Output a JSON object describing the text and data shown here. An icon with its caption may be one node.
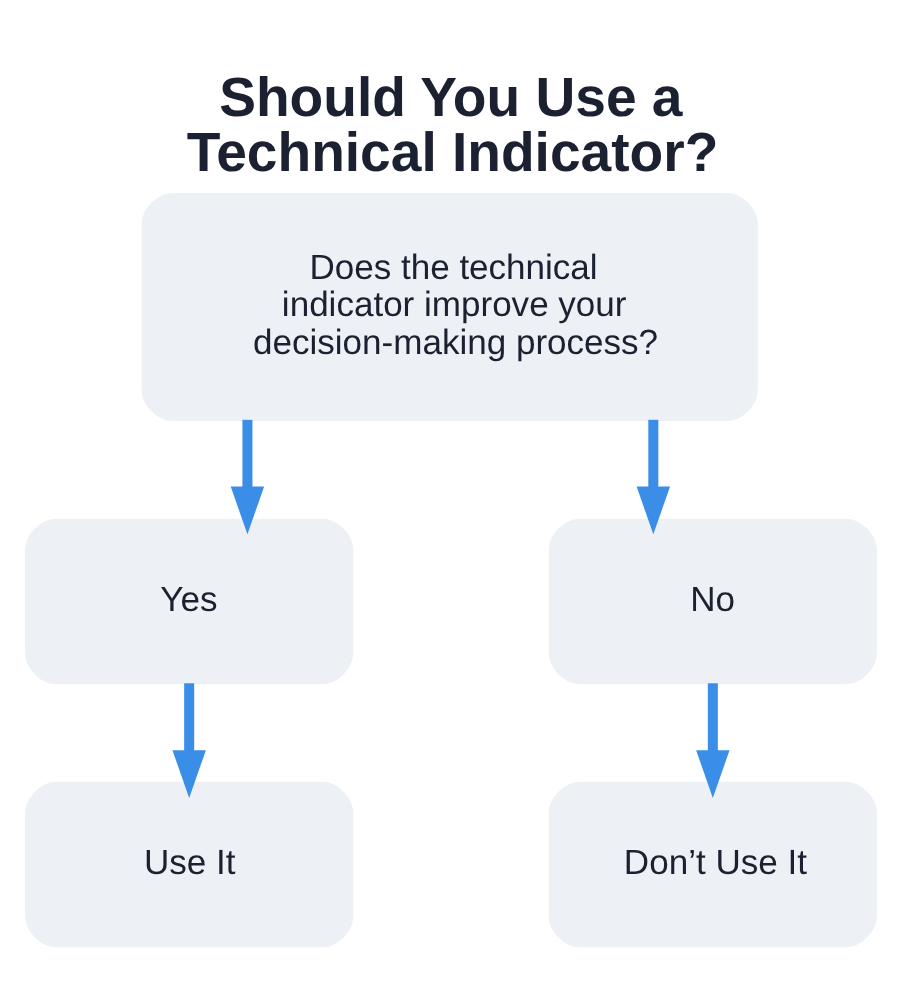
{
  "diagram": {
    "title": "Should You Use a Technical Indicator?",
    "nodes": [
      {
        "text": [
          "Does the technical indicator improve your decision-making process?"
        ]
      },
      {
        "text": [
          "Yes"
        ]
      },
      {
        "text": [
          "No"
        ]
      },
      {
        "text": [
          "Use It"
        ]
      },
      {
        "text": [
          "Don’t Use It"
        ]
      }
    ],
    "edges": [
      {
        "from": 0,
        "to": 1,
        "arrow": "to"
      },
      {
        "from": 0,
        "to": 2,
        "arrow": "to"
      },
      {
        "from": 1,
        "to": 3,
        "arrow": "to"
      },
      {
        "from": 2,
        "to": 4,
        "arrow": "to"
      }
    ]
  }
}
